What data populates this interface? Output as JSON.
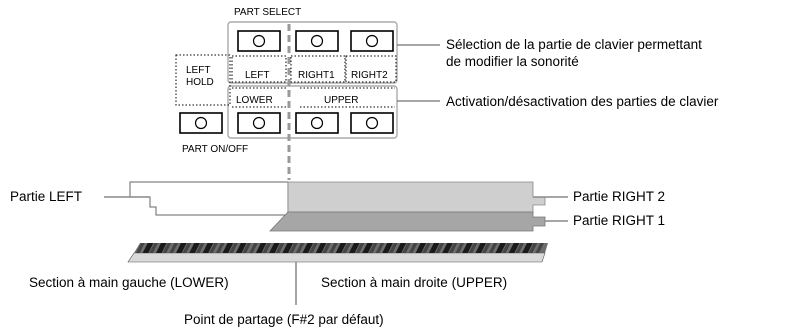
{
  "panel": {
    "part_select": "PART SELECT",
    "left": "LEFT",
    "right1": "RIGHT1",
    "right2": "RIGHT2",
    "left_hold_line1": "LEFT",
    "left_hold_line2": "HOLD",
    "lower": "LOWER",
    "upper": "UPPER",
    "part_on_off": "PART ON/OFF"
  },
  "callouts": {
    "select_line1": "Sélection de la partie de clavier permettant",
    "select_line2": "de modifier la sonorité",
    "activation": "Activation/désactivation des parties de clavier",
    "partie_left": "Partie LEFT",
    "partie_right2": "Partie RIGHT 2",
    "partie_right1": "Partie RIGHT 1",
    "section_lower": "Section à main gauche (LOWER)",
    "section_upper": "Section à main droite (UPPER)",
    "split_point": "Point de partage (F#2 par défaut)"
  },
  "colors": {
    "frame_gray": "#aaaaaa",
    "right2_fill": "#cfcfcf",
    "right1_fill": "#a6a6a6",
    "keys_black": "#1a1a1a"
  }
}
